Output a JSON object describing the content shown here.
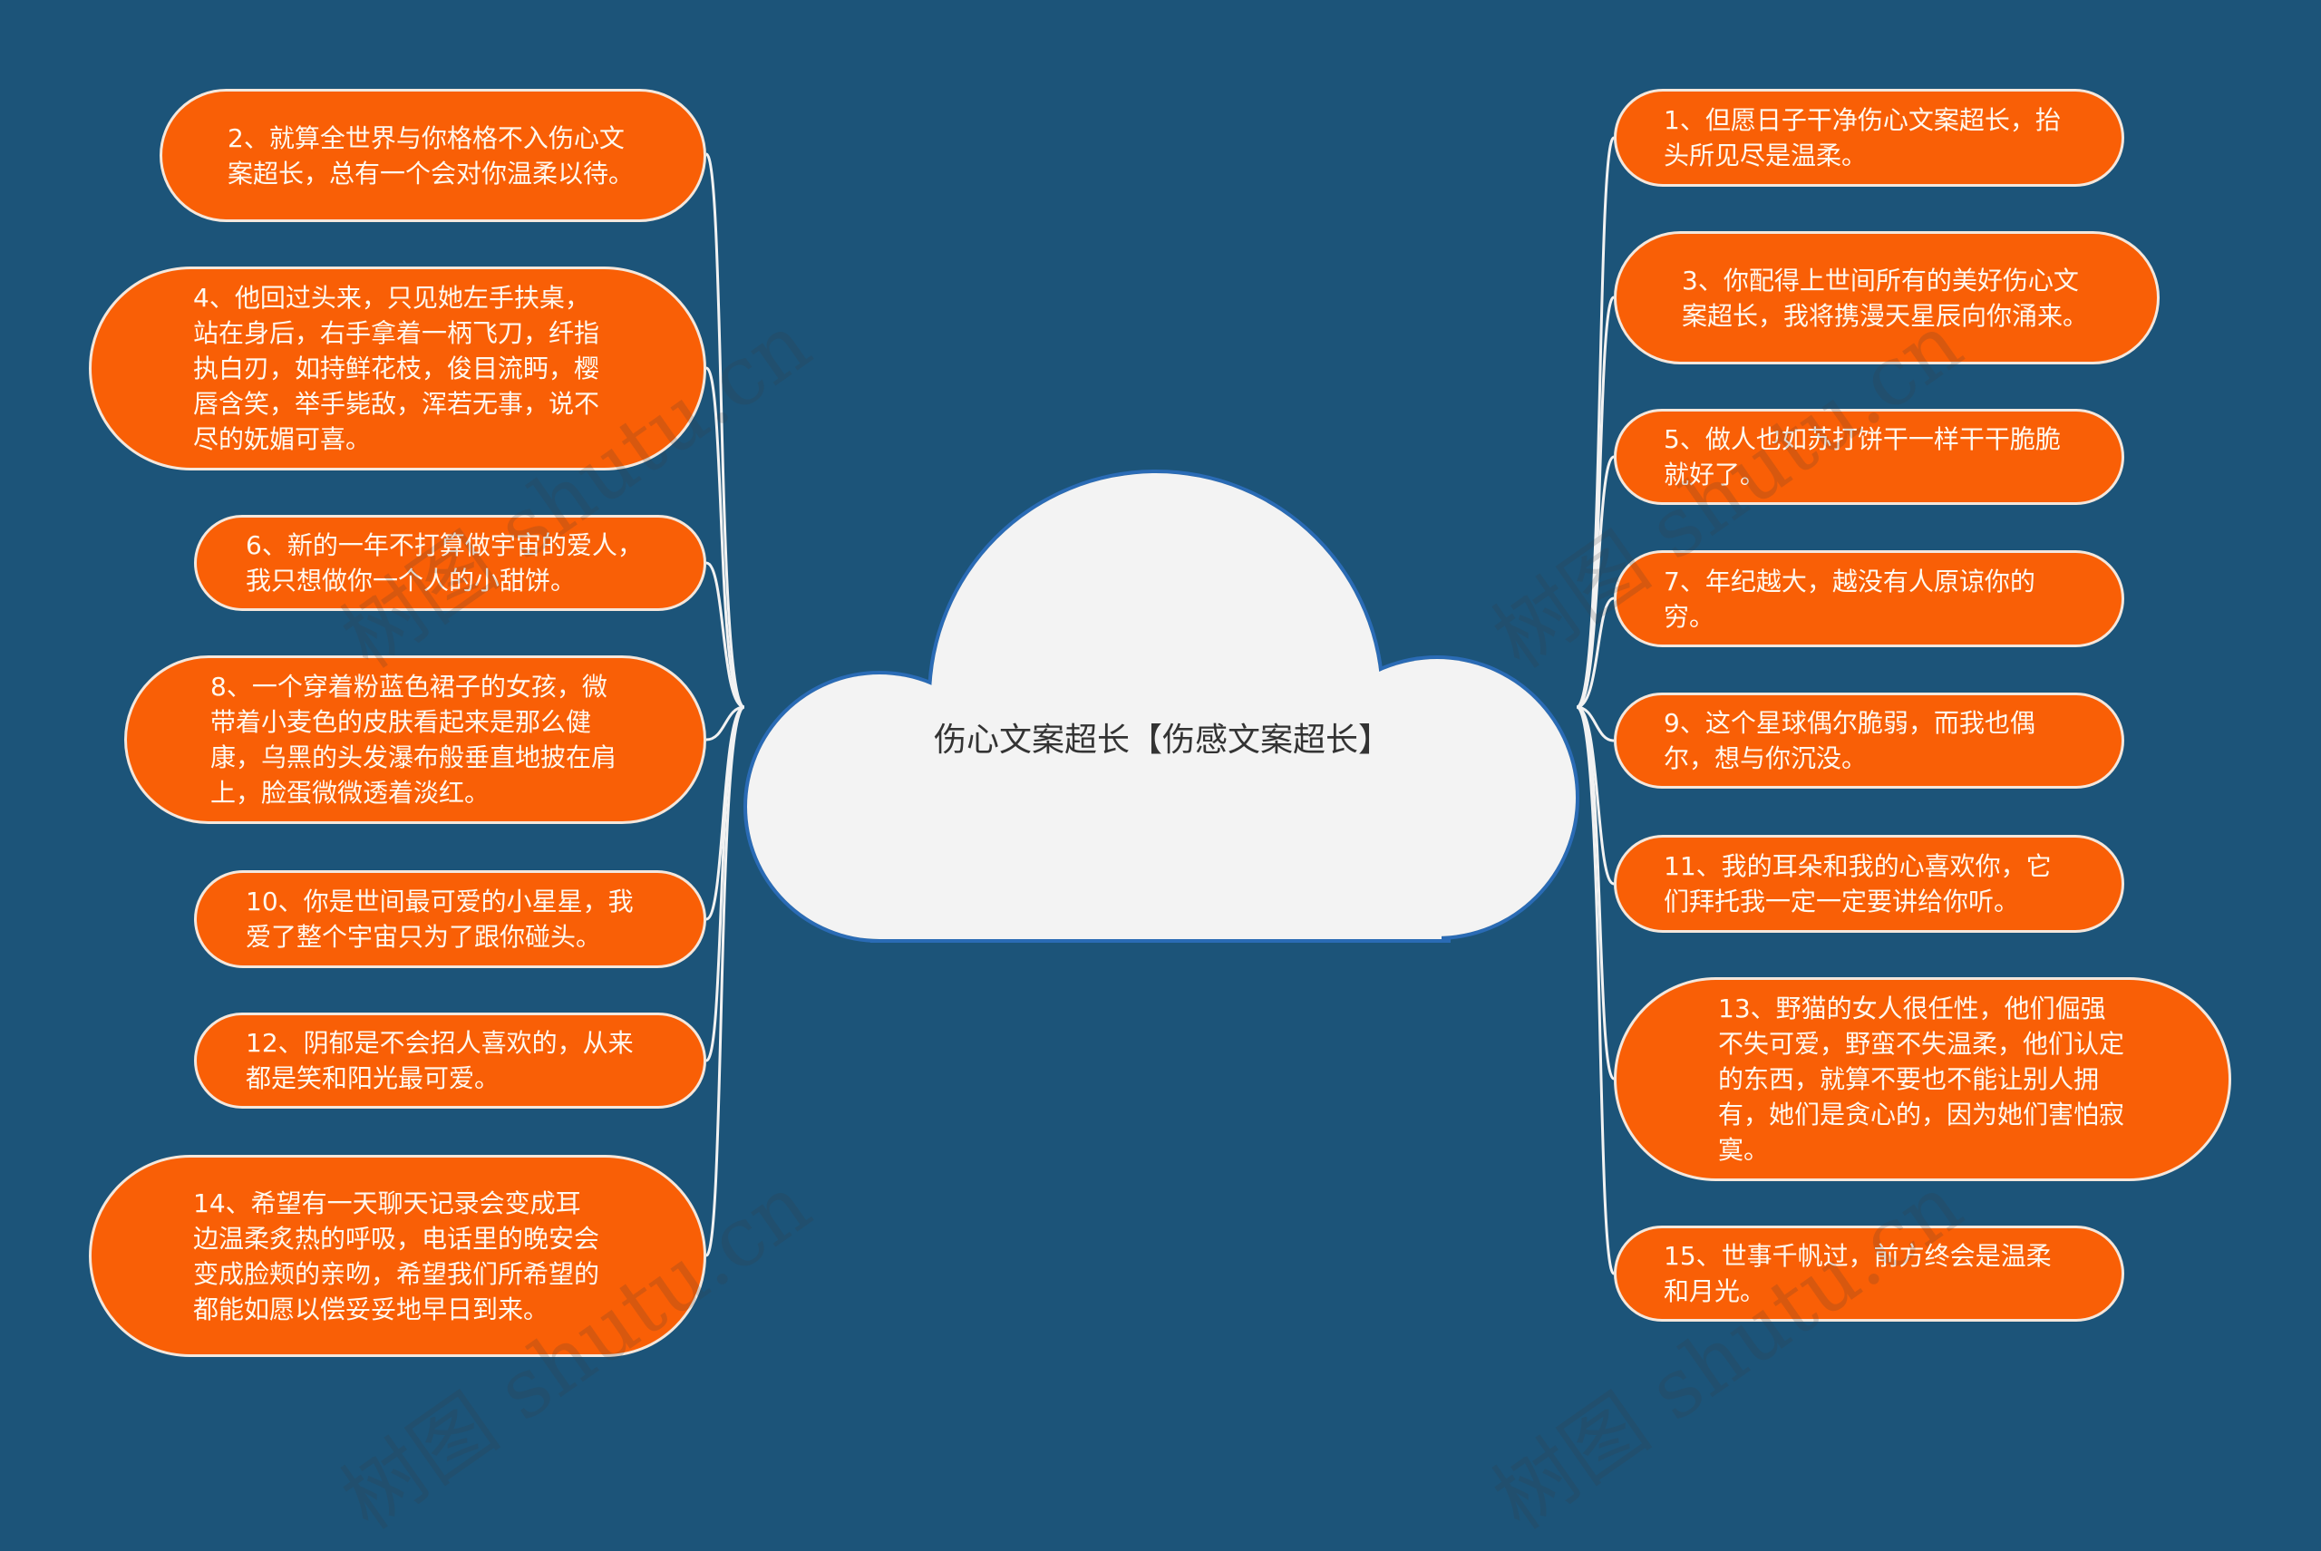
{
  "center": {
    "title": "伤心文案超长【伤感文案超长】"
  },
  "left_nodes": [
    {
      "label": "2、就算全世界与你格格不入伤心文案超长，总有一个会对你温柔以待。"
    },
    {
      "label": "4、他回过头来，只见她左手扶桌，站在身后，右手拿着一柄飞刀，纤指执白刃，如持鲜花枝，俊目流眄，樱唇含笑，举手毙敌，浑若无事，说不尽的妩媚可喜。"
    },
    {
      "label": "6、新的一年不打算做宇宙的爱人，我只想做你一个人的小甜饼。"
    },
    {
      "label": "8、一个穿着粉蓝色裙子的女孩，微带着小麦色的皮肤看起来是那么健康，乌黑的头发瀑布般垂直地披在肩上，脸蛋微微透着淡红。"
    },
    {
      "label": "10、你是世间最可爱的小星星，我爱了整个宇宙只为了跟你碰头。"
    },
    {
      "label": "12、阴郁是不会招人喜欢的，从来都是笑和阳光最可爱。"
    },
    {
      "label": "14、希望有一天聊天记录会变成耳边温柔炙热的呼吸，电话里的晚安会变成脸颊的亲吻，希望我们所希望的都能如愿以偿妥妥地早日到来。"
    }
  ],
  "right_nodes": [
    {
      "label": "1、但愿日子干净伤心文案超长，抬头所见尽是温柔。"
    },
    {
      "label": "3、你配得上世间所有的美好伤心文案超长，我将携漫天星辰向你涌来。"
    },
    {
      "label": "5、做人也如苏打饼干一样干干脆脆就好了。"
    },
    {
      "label": "7、年纪越大，越没有人原谅你的穷。"
    },
    {
      "label": "9、这个星球偶尔脆弱，而我也偶尔，想与你沉没。"
    },
    {
      "label": "11、我的耳朵和我的心喜欢你，它们拜托我一定一定要讲给你听。"
    },
    {
      "label": "13、野猫的女人很任性，他们倔强不失可爱，野蛮不失温柔，他们认定的东西，就算不要也不能让别人拥有，她们是贪心的，因为她们害怕寂寞。"
    },
    {
      "label": "15、世事千帆过，前方终会是温柔和月光。"
    }
  ],
  "watermark": "树图 shutu.cn",
  "colors": {
    "background": "#1c5479",
    "node": "#f95f06",
    "cloud": "#f3f3f3",
    "cloud_border": "#2a6bb5"
  }
}
